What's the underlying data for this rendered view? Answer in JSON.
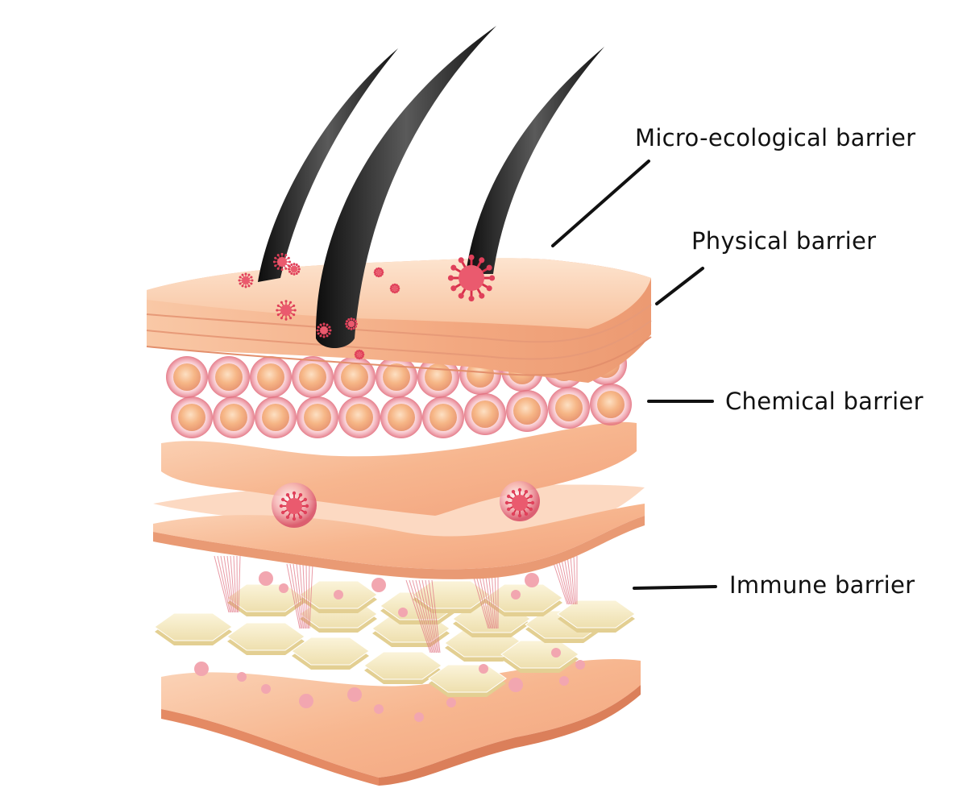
{
  "labels": {
    "micro_ecological": "Micro-ecological barrier",
    "physical": "Physical barrier",
    "chemical": "Chemical barrier",
    "immune": "Immune barrier"
  },
  "colors": {
    "skin_light": "#fbd3b4",
    "skin_mid": "#f6b48d",
    "skin_dark": "#e9916a",
    "cell_core": "#f5b98b",
    "cell_rim": "#f08a98",
    "hex_cell": "#f7ecc6",
    "pathogen": "#e0364a",
    "hair": "#1c1c1c",
    "leader_line": "#111111"
  },
  "icons": [
    "hair-strand",
    "virus-particle",
    "lipid-cell",
    "immune-hex-cell",
    "immune-vesicle"
  ]
}
